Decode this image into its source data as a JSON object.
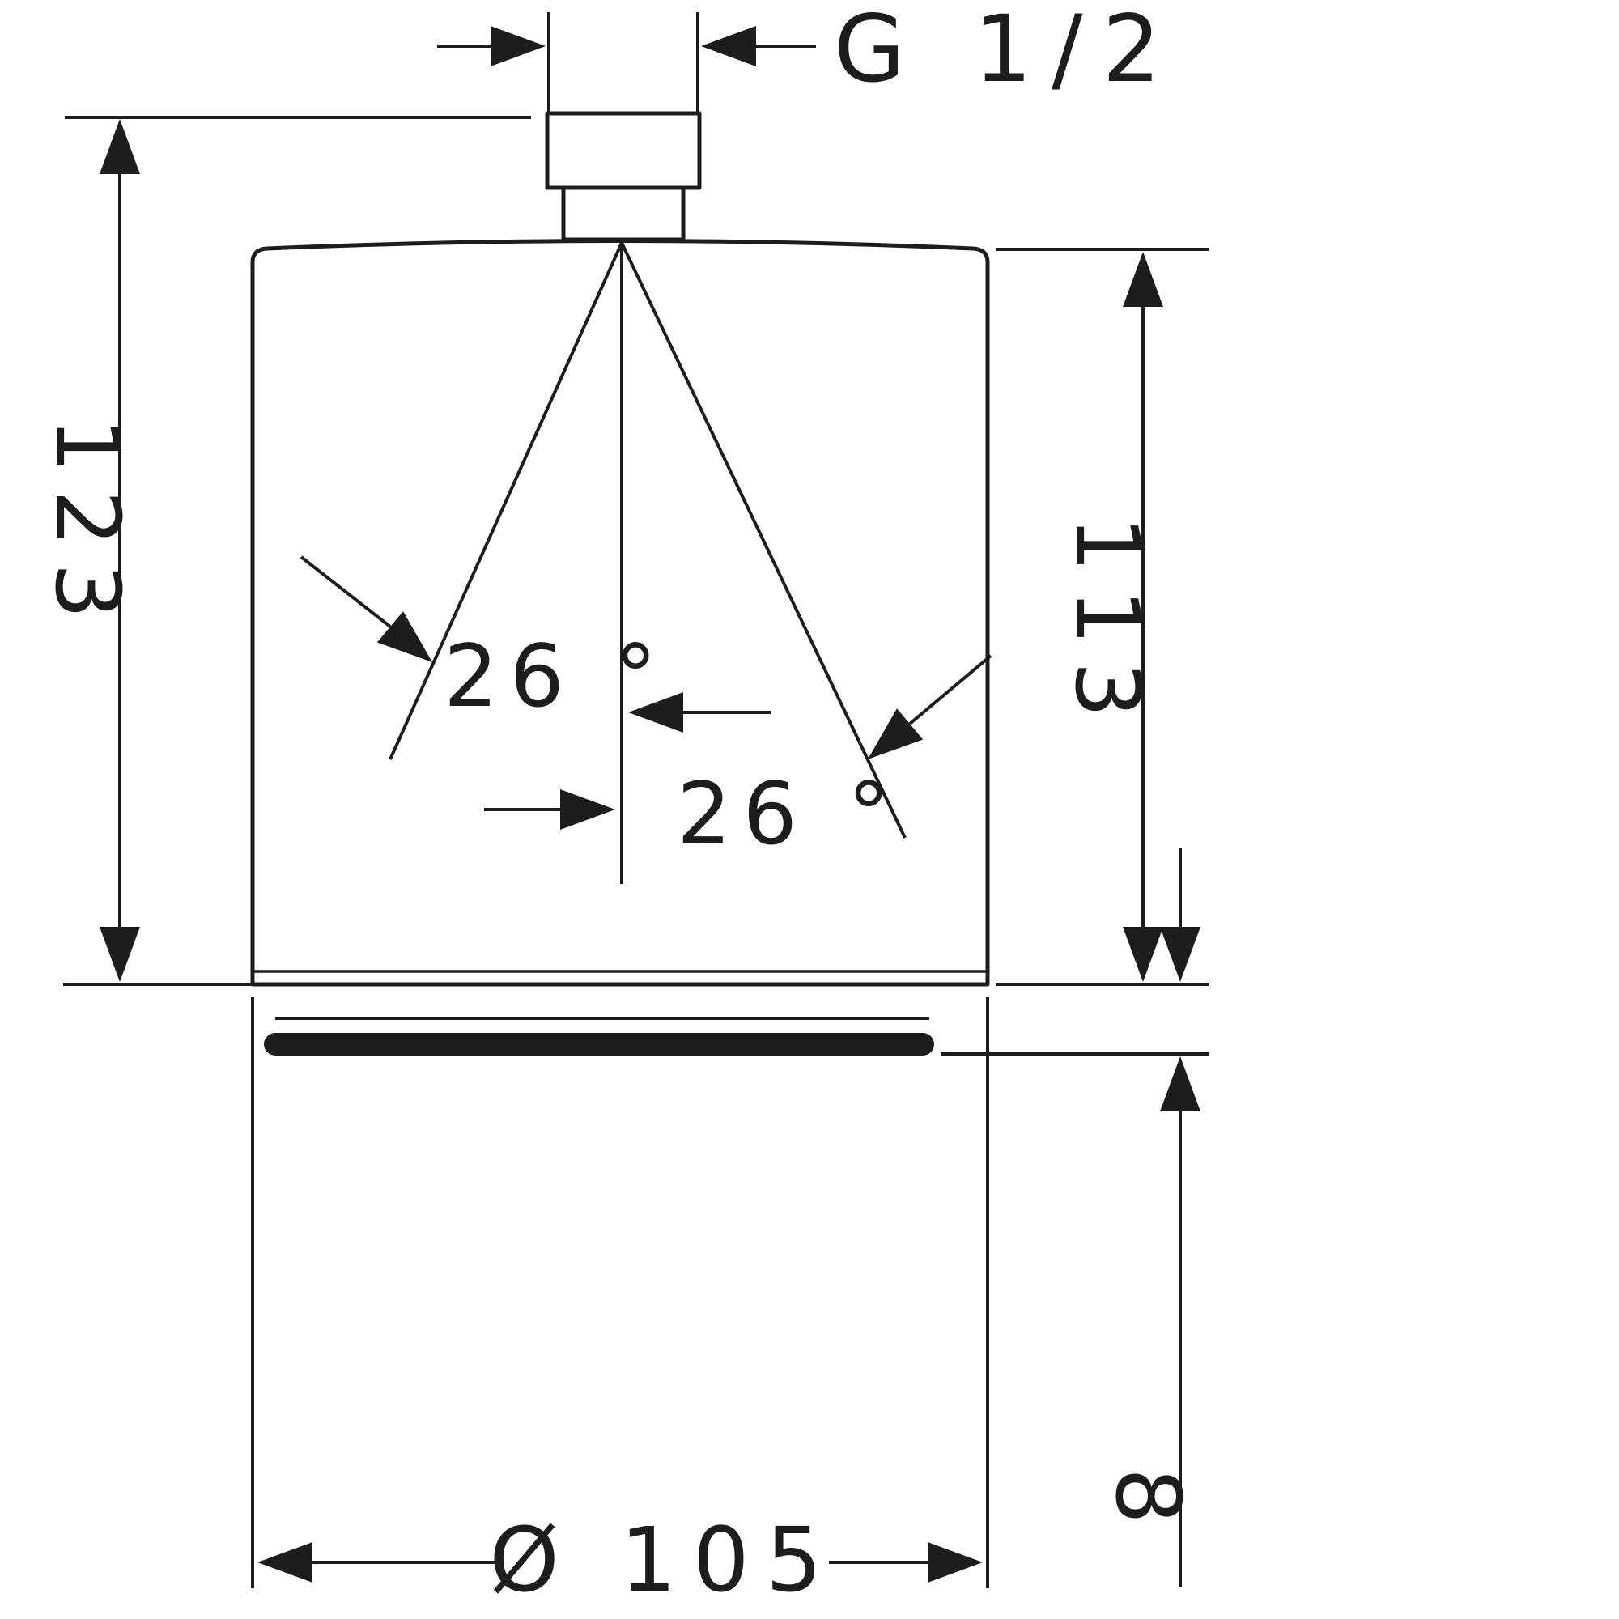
{
  "drawing": {
    "kind": "technical dimension drawing",
    "subject": "overhead shower head, side elevation with spray angles",
    "background_color": "#ffffff",
    "line_color": "#1d1d1b",
    "labels": {
      "thread": "G 1/2",
      "overall_height": "123",
      "body_height": "113",
      "spray_angle_left": "26 °",
      "spray_angle_right": "26 °",
      "face_diameter": "Ø 105",
      "spray_disc_depth": "8"
    }
  }
}
